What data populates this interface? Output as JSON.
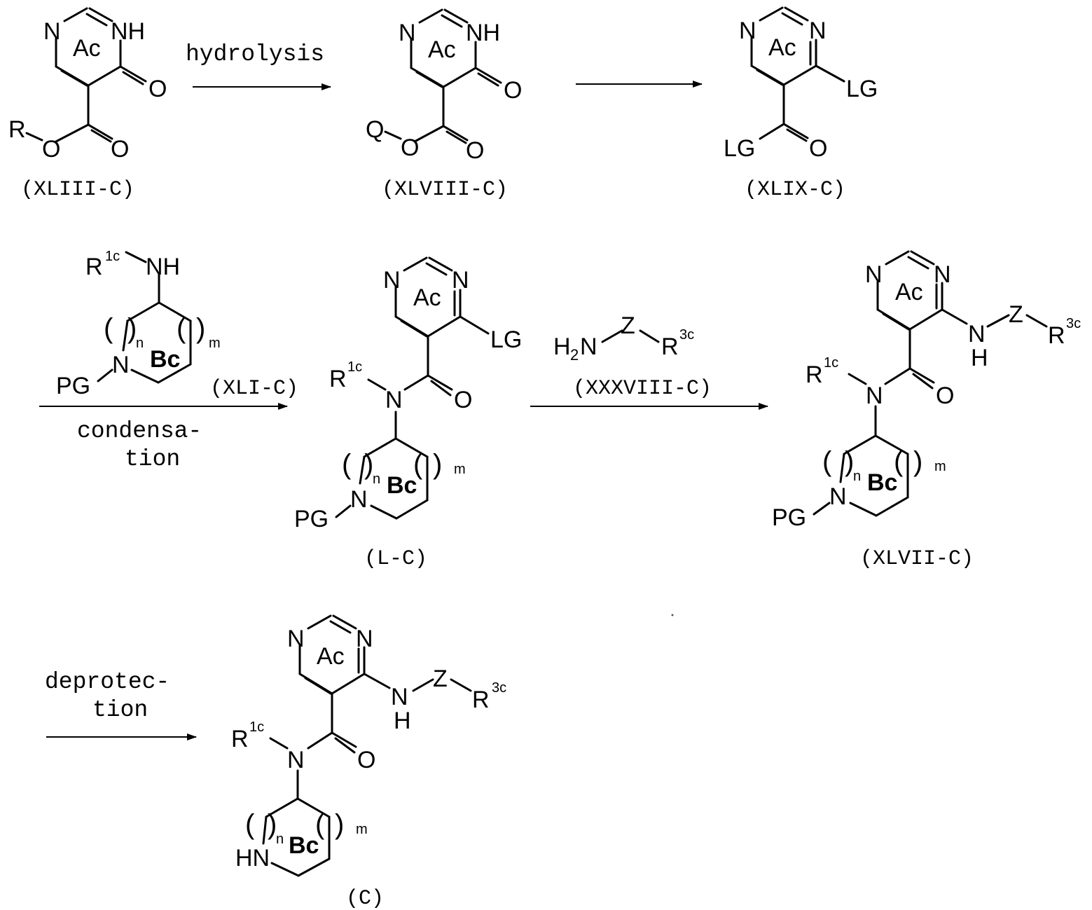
{
  "atoms": {
    "N": "N",
    "NH": "NH",
    "O": "O",
    "H": "H",
    "Z": "Z",
    "R": "R",
    "Q": "Q",
    "LG": "LG",
    "PG": "PG",
    "HN": "HN",
    "Ac": "Ac",
    "Bc": "Bc",
    "n": "n",
    "m": "m",
    "R1c_sup": "1c",
    "R3c_sup": "3c",
    "H2_sub": "2"
  },
  "compounds": {
    "XLIII": "(XLIII-C)",
    "XLVIII": "(XLVIII-C)",
    "XLIX": "(XLIX-C)",
    "XLI": "(XLI-C)",
    "L": "(L-C)",
    "XXXVIII": "(XXXVIII-C)",
    "XLVII": "(XLVII-C)",
    "C": "(C)"
  },
  "reactions": {
    "step1": "hydrolysis",
    "condensation_1": "condensa-",
    "condensation_2": "tion",
    "deprotection_1": "deprotec-",
    "deprotection_2": "tion"
  }
}
